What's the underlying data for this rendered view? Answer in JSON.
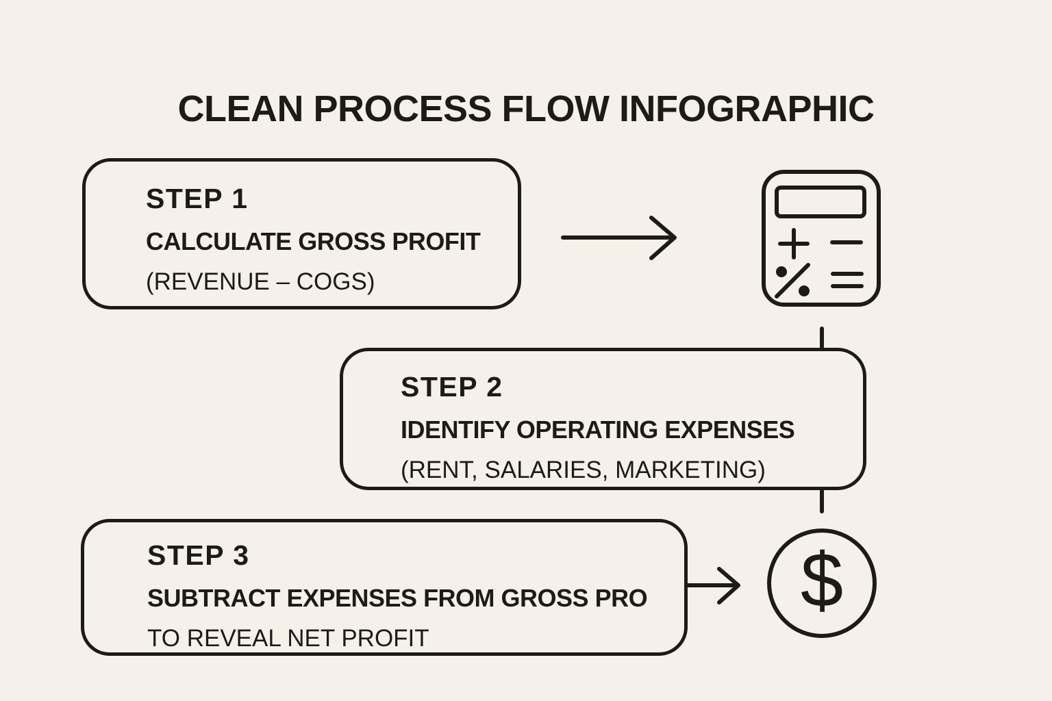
{
  "title": "CLEAN PROCESS FLOW INFOGRAPHIC",
  "colors": {
    "background": "#f5f1ea",
    "ink": "#1d1b18"
  },
  "steps": [
    {
      "label": "STEP 1",
      "description": "CALCULATE GROSS PROFIT",
      "detail": "(REVENUE – COGS)"
    },
    {
      "label": "STEP 2",
      "description": "IDENTIFY OPERATING EXPENSES",
      "detail": "(RENT, SALARIES, MARKETING)"
    },
    {
      "label": "STEP 3",
      "description": "SUBTRACT EXPENSES FROM GROSS PRO",
      "detail": "TO REVEAL NET PROFIT"
    }
  ],
  "icons": {
    "arrow1": "arrow-right-icon",
    "arrow2": "arrow-right-icon",
    "calculator": "calculator-icon",
    "dollar": {
      "name": "dollar-coin-icon",
      "symbol": "$"
    }
  }
}
